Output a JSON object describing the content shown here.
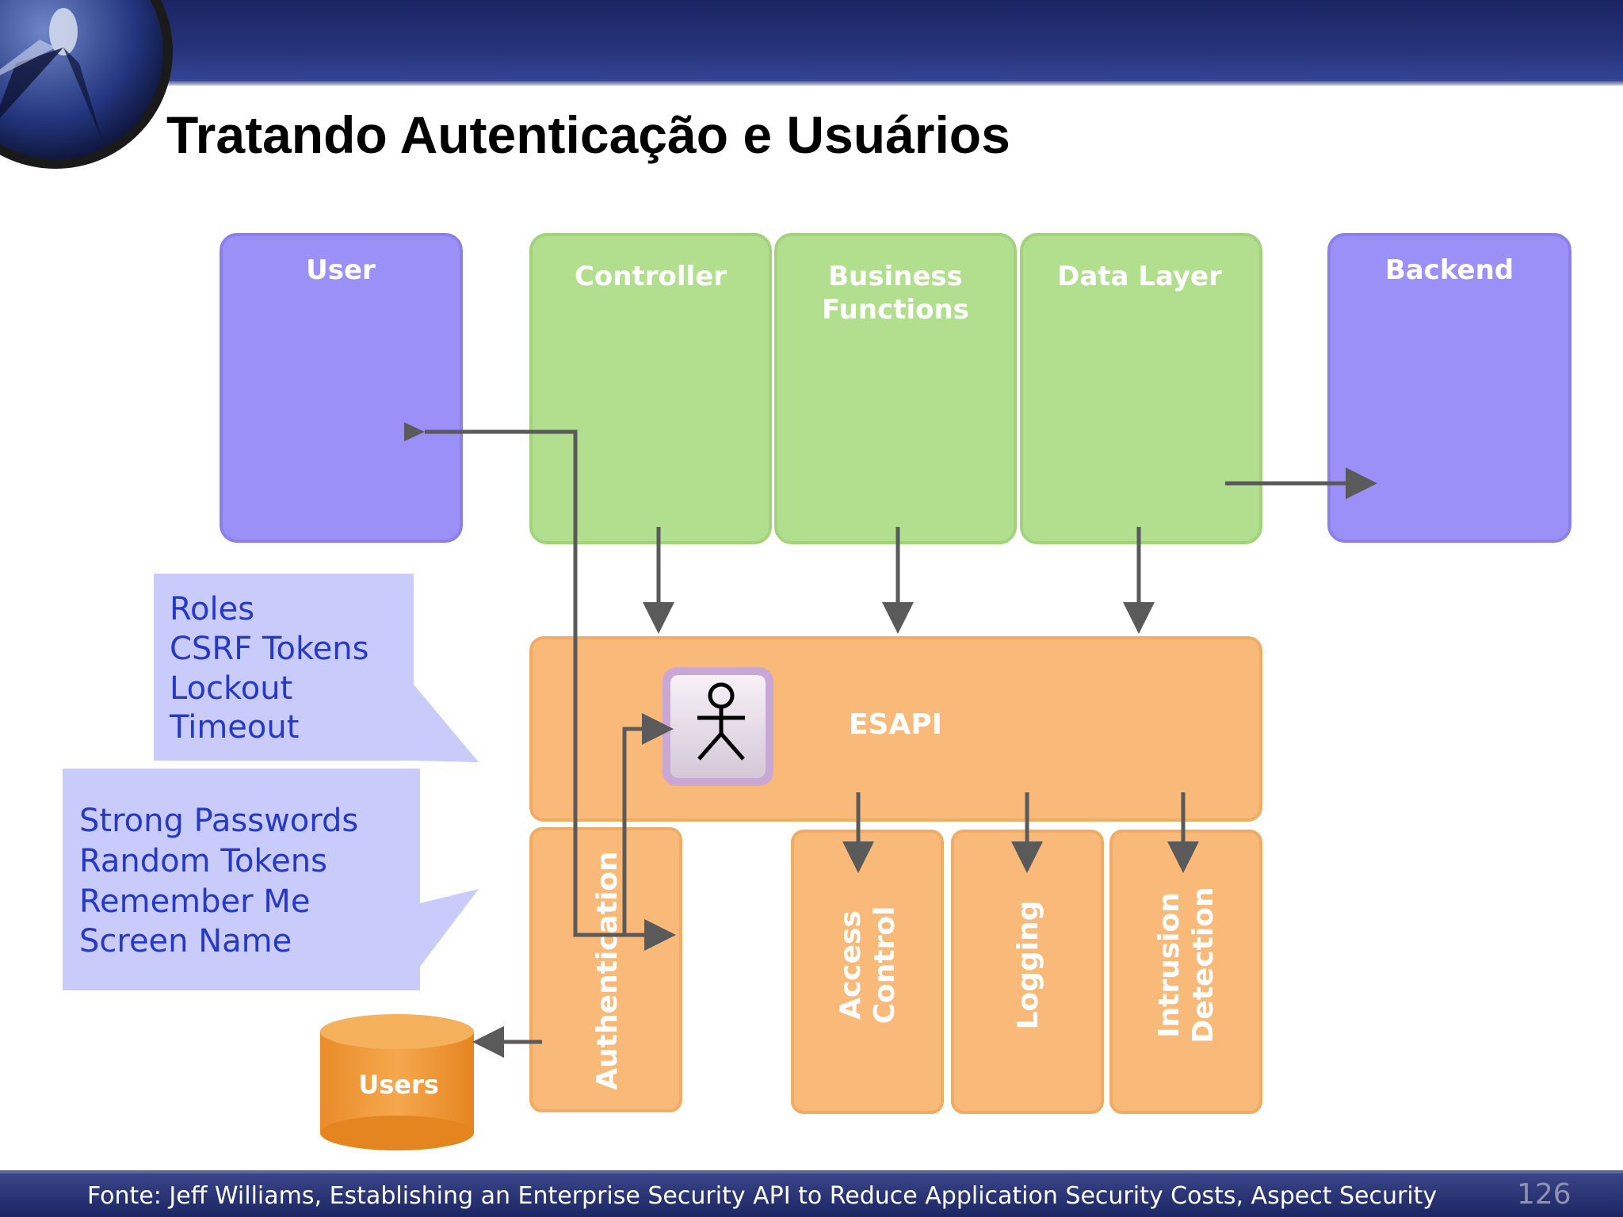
{
  "slide": {
    "title": "Tratando Autenticação e Usuários",
    "footer": "Fonte: Jeff Williams, Establishing an Enterprise Security API to Reduce Application Security Costs, Aspect Security",
    "page_number": "126"
  },
  "diagram": {
    "user": "User",
    "controller": "Controller",
    "business_line1": "Business",
    "business_line2": "Functions",
    "data_layer": "Data Layer",
    "backend": "Backend",
    "esapi": "ESAPI",
    "authentication": "Authentication",
    "access_control_line1": "Access",
    "access_control_line2": "Control",
    "logging": "Logging",
    "intrusion_line1": "Intrusion",
    "intrusion_line2": "Detection",
    "users_db": "Users",
    "callout1": [
      "Roles",
      "CSRF Tokens",
      "Lockout",
      "Timeout"
    ],
    "callout2": [
      "Strong Passwords",
      "Random Tokens",
      "Remember Me",
      "Screen Name"
    ]
  },
  "colors": {
    "purple_box": "#9b8ff8",
    "green_box": "#b2df8e",
    "orange_box": "#f9b978",
    "callout_fill": "#c9cbfb",
    "callout_text": "#2638c8",
    "arrow": "#5a5a5a"
  }
}
